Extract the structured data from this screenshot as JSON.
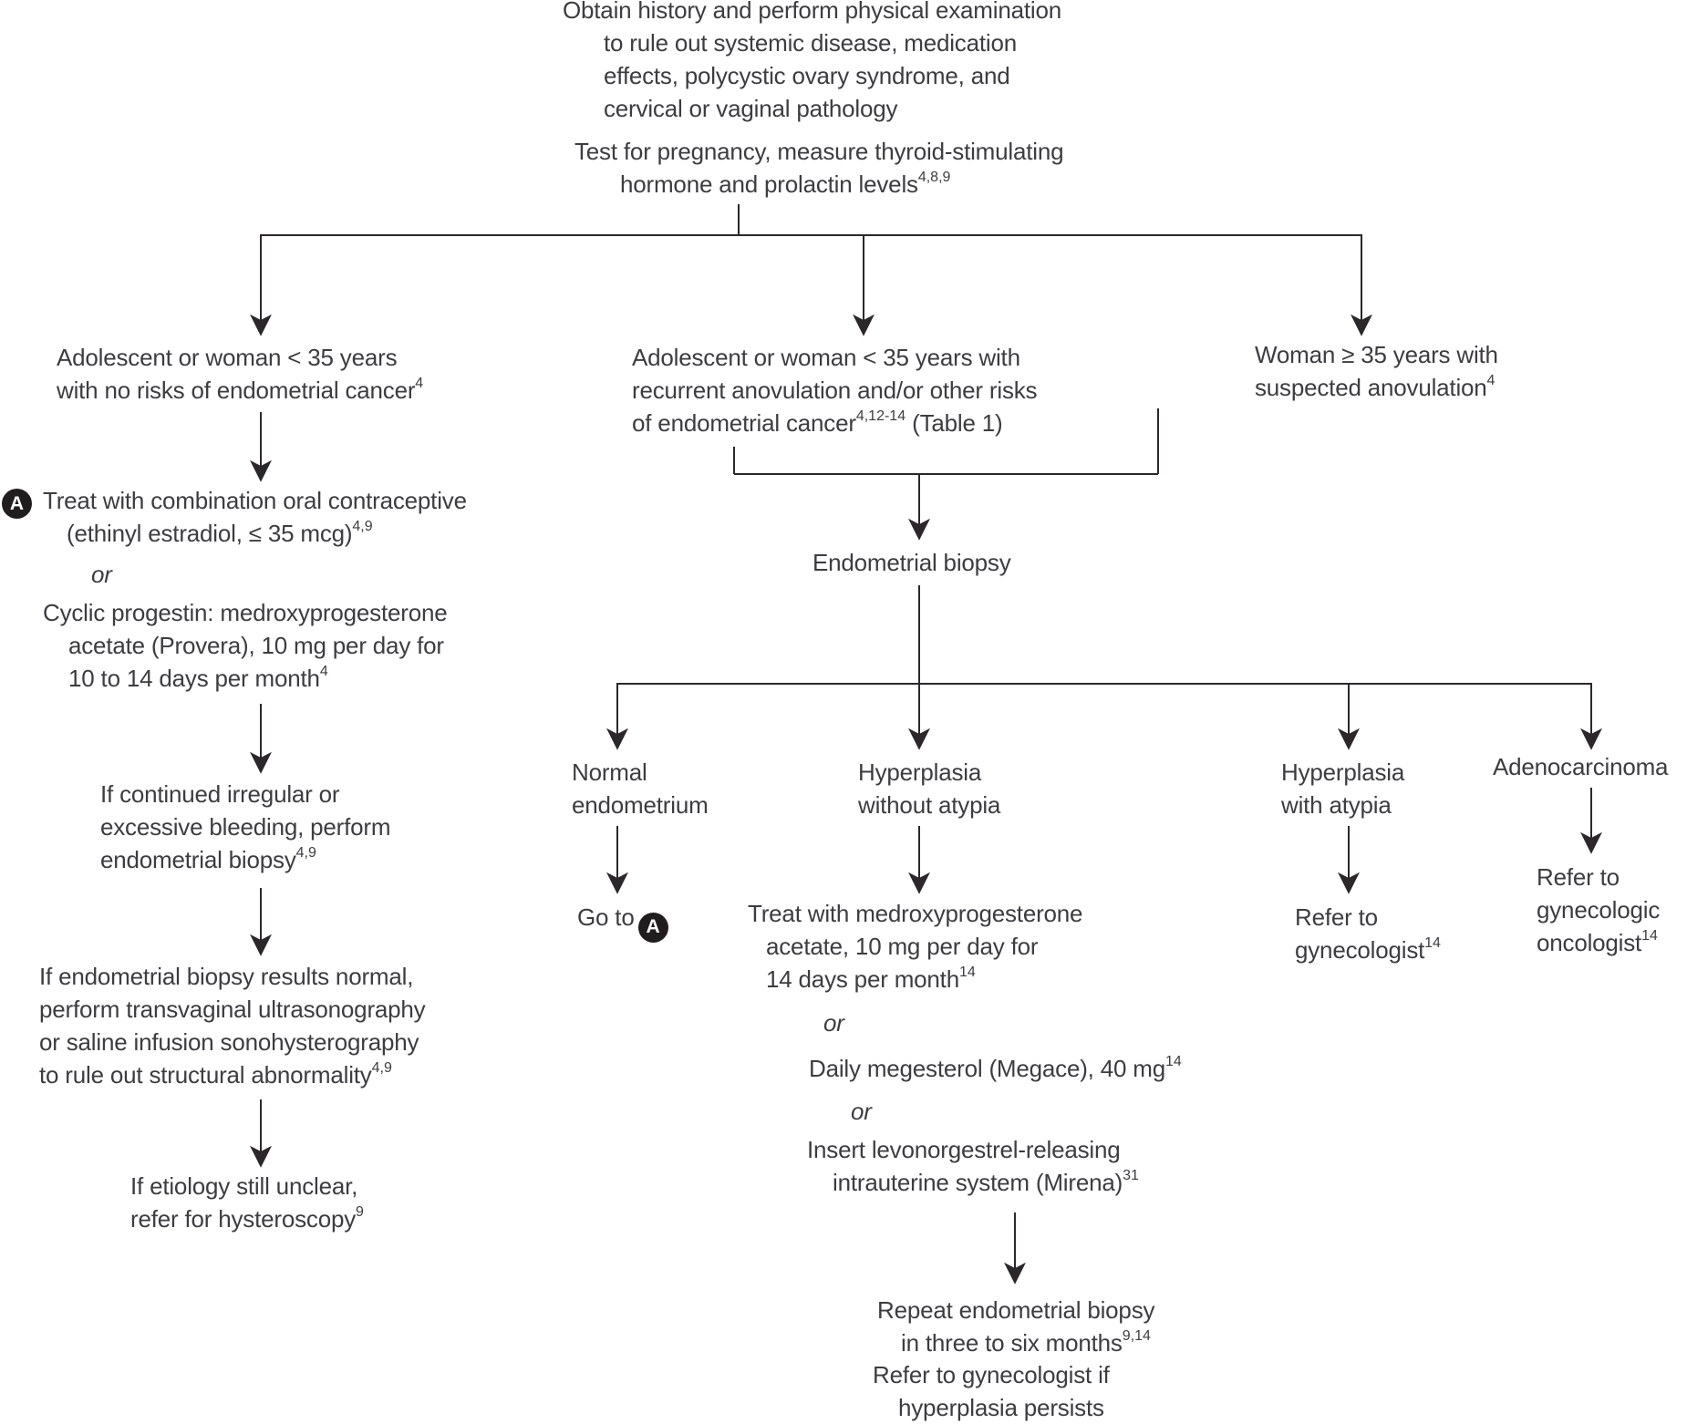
{
  "figure": {
    "type": "clinical-algorithm-flowchart",
    "topic": "Evaluation and treatment of anovulatory abnormal uterine bleeding"
  },
  "labels": {
    "or": "or"
  },
  "colors": {
    "background": "#ffffff",
    "text": "#3d3c3f",
    "line": "#2b272a",
    "badge_bg": "#211d1f",
    "badge_fg": "#ffffff"
  },
  "nodes": {
    "obtain_history": {
      "lines": [
        "Obtain history and perform physical examination",
        "to rule out systemic disease, medication",
        "effects, polycystic ovary syndrome, and",
        "cervical or vaginal pathology"
      ]
    },
    "test_pregnancy": {
      "lines": [
        "Test for pregnancy, measure thyroid-stimulating",
        {
          "pre": "hormone and prolactin levels",
          "sup": "4,8,9"
        }
      ]
    },
    "adolescent_no_risk": {
      "lines": [
        "Adolescent or woman < 35 years",
        {
          "pre": "with no risks of endometrial cancer",
          "sup": "4"
        }
      ]
    },
    "adolescent_with_risk": {
      "lines": [
        "Adolescent or woman < 35 years with",
        "recurrent anovulation and/or other risks",
        {
          "pre": "of endometrial cancer",
          "sup": "4,12-14",
          "post": " (Table 1)"
        }
      ]
    },
    "woman_35": {
      "lines": [
        "Woman ≥ 35 years with",
        {
          "pre": "suspected anovulation",
          "sup": "4"
        }
      ]
    },
    "treat_combination": {
      "badge": "A",
      "lines": [
        "Treat with combination oral contraceptive",
        {
          "pre": "(ethinyl estradiol, ≤ 35 mcg)",
          "sup": "4,9"
        }
      ]
    },
    "cyclic_progestin": {
      "lines": [
        "Cyclic progestin: medroxyprogesterone",
        "acetate (Provera), 10 mg per day for",
        {
          "pre": "10 to 14 days per month",
          "sup": "4"
        }
      ]
    },
    "continued_bleeding": {
      "lines": [
        "If continued irregular or",
        "excessive bleeding, perform",
        {
          "pre": "endometrial biopsy",
          "sup": "4,9"
        }
      ]
    },
    "biopsy_normal_workup": {
      "lines": [
        "If endometrial biopsy results normal,",
        "perform transvaginal ultrasonography",
        "or saline infusion sonohysterography",
        {
          "pre": "to rule out structural abnormality",
          "sup": "4,9"
        }
      ]
    },
    "etiology_unclear": {
      "lines": [
        "If etiology still unclear,",
        {
          "pre": "refer for hysteroscopy",
          "sup": "9"
        }
      ]
    },
    "endometrial_biopsy": {
      "lines": [
        "Endometrial biopsy"
      ]
    },
    "normal_endometrium": {
      "lines": [
        "Normal",
        "endometrium"
      ]
    },
    "go_to_a": {
      "pre": "Go to",
      "badge": "A"
    },
    "hyperplasia_without_atypia": {
      "lines": [
        "Hyperplasia",
        "without atypia"
      ]
    },
    "treat_mpa": {
      "lines": [
        "Treat with medroxyprogesterone",
        "acetate, 10 mg per day for",
        {
          "pre": "14 days per month",
          "sup": "14"
        }
      ]
    },
    "daily_megesterol": {
      "lines": [
        {
          "pre": "Daily megesterol (Megace), 40 mg",
          "sup": "14"
        }
      ]
    },
    "insert_mirena": {
      "lines": [
        "Insert levonorgestrel-releasing",
        {
          "pre": "intrauterine system (Mirena)",
          "sup": "31"
        }
      ]
    },
    "repeat_biopsy": {
      "lines": [
        "Repeat endometrial biopsy",
        {
          "pre": "in three to six months",
          "sup": "9,14"
        }
      ]
    },
    "refer_if_persists": {
      "lines": [
        "Refer to gynecologist if",
        "hyperplasia persists"
      ]
    },
    "hyperplasia_with_atypia": {
      "lines": [
        "Hyperplasia",
        "with atypia"
      ]
    },
    "refer_gynecologist": {
      "lines": [
        "Refer to",
        {
          "pre": "gynecologist",
          "sup": "14"
        }
      ]
    },
    "adenocarcinoma": {
      "lines": [
        "Adenocarcinoma"
      ]
    },
    "refer_gyn_oncologist": {
      "lines": [
        "Refer to",
        "gynecologic",
        {
          "pre": "oncologist",
          "sup": "14"
        }
      ]
    }
  }
}
